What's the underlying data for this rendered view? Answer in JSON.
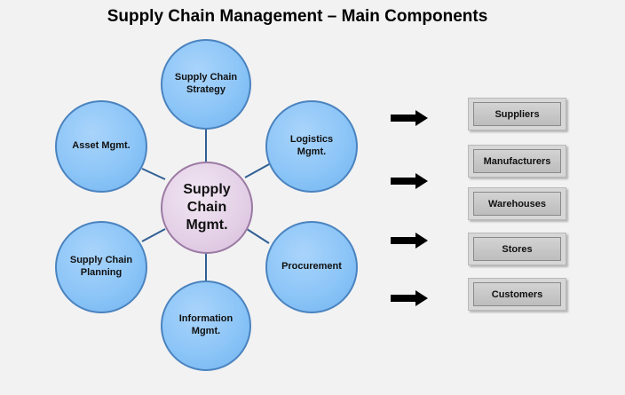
{
  "title": "Supply Chain Management – Main Components",
  "center": {
    "label": "Supply Chain Mgmt."
  },
  "nodes": [
    {
      "id": "strategy",
      "label": "Supply Chain Strategy"
    },
    {
      "id": "logistics",
      "label": "Logistics Mgmt."
    },
    {
      "id": "procurement",
      "label": "Procurement"
    },
    {
      "id": "information",
      "label": "Information Mgmt."
    },
    {
      "id": "planning",
      "label": "Supply Chain Planning"
    },
    {
      "id": "asset",
      "label": "Asset Mgmt."
    }
  ],
  "entities": [
    {
      "label": "Suppliers"
    },
    {
      "label": "Manufacturers"
    },
    {
      "label": "Warehouses"
    },
    {
      "label": "Stores"
    },
    {
      "label": "Customers"
    }
  ],
  "colors": {
    "node_fill": "#8cc5f7",
    "node_border": "#4a83bf",
    "center_fill": "#e3cfe6",
    "connector": "#2f5f94",
    "box_fill": "#c8c8c8"
  }
}
